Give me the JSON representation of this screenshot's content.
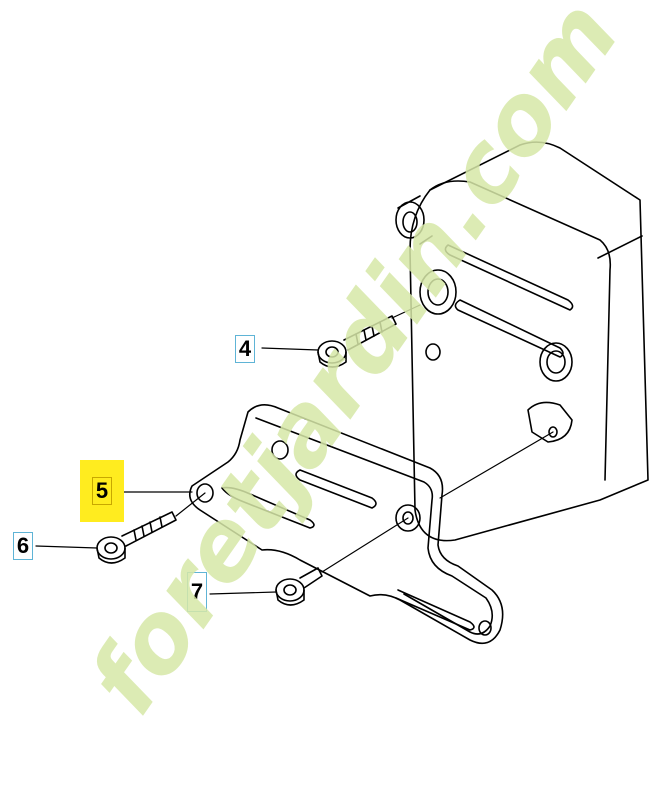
{
  "callouts": [
    {
      "id": "4",
      "label": "4",
      "highlighted": false
    },
    {
      "id": "5",
      "label": "5",
      "highlighted": true
    },
    {
      "id": "6",
      "label": "6",
      "highlighted": false
    },
    {
      "id": "7",
      "label": "7",
      "highlighted": false
    }
  ],
  "watermark": {
    "text_left": "foret",
    "text_right": "jardin.com",
    "color_main": "#d7e8a8",
    "color_accent": "#f3c79a",
    "color_tail": "#ddd3bf"
  },
  "colors": {
    "line": "#000000",
    "highlight": "#ffec1f",
    "label_box": "#5fb4d6"
  }
}
